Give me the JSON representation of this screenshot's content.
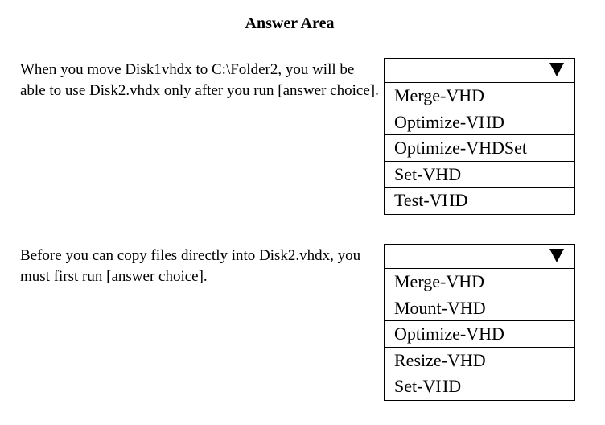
{
  "title": "Answer Area",
  "questions": [
    {
      "text": "When you move Disk1vhdx to C:\\Folder2, you will be able to use Disk2.vhdx only after you run [answer choice].",
      "options": [
        "Merge-VHD",
        "Optimize-VHD",
        "Optimize-VHDSet",
        "Set-VHD",
        "Test-VHD"
      ]
    },
    {
      "text": "Before you can copy files directly into Disk2.vhdx, you must first run [answer choice].",
      "options": [
        "Merge-VHD",
        "Mount-VHD",
        "Optimize-VHD",
        "Resize-VHD",
        "Set-VHD"
      ]
    }
  ],
  "icons": {
    "dropdown_arrow": "triangle-down-icon"
  }
}
